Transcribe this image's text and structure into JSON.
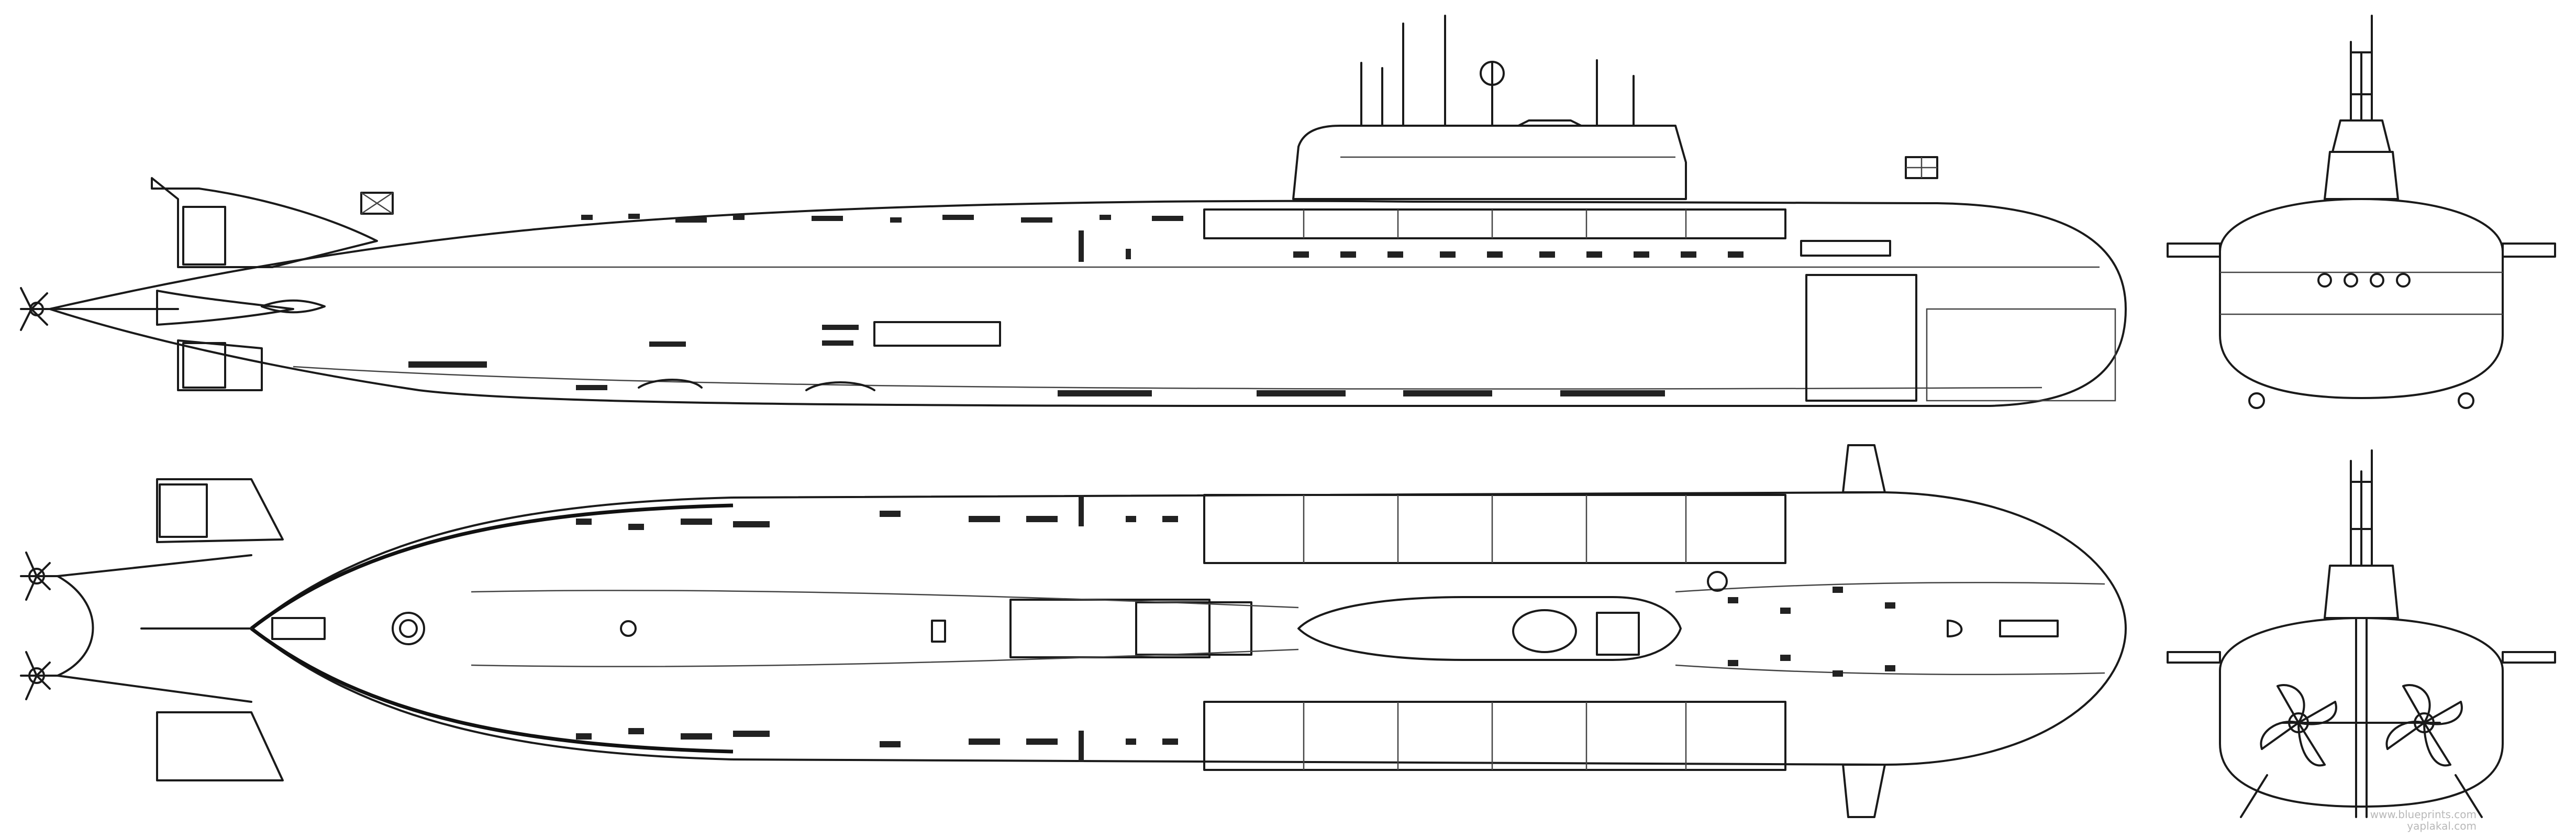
{
  "diagram": {
    "subject": "submarine-blueprint",
    "views": [
      "side-profile",
      "plan-view",
      "bow-section",
      "stern-section"
    ],
    "colors": {
      "line": "#1a1a1a",
      "background": "#ffffff",
      "watermark": "#b8b8b8"
    }
  },
  "watermark": {
    "line1": "www.blueprints.com",
    "line2": "yaplakal.com"
  }
}
